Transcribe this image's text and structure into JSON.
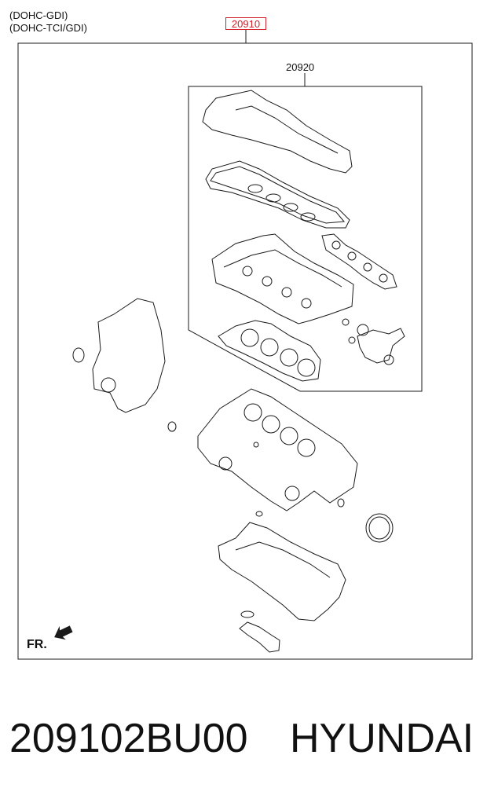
{
  "variants": [
    "(DOHC-GDI)",
    "(DOHC-TCI/GDI)"
  ],
  "callouts": {
    "main_ref": "20910",
    "sub_ref": "20920"
  },
  "direction_label": "FR.",
  "footer": {
    "part_number": "209102BU00",
    "brand": "HYUNDAI"
  },
  "colors": {
    "highlight": "#d0202a",
    "line": "#1a1a1a"
  }
}
